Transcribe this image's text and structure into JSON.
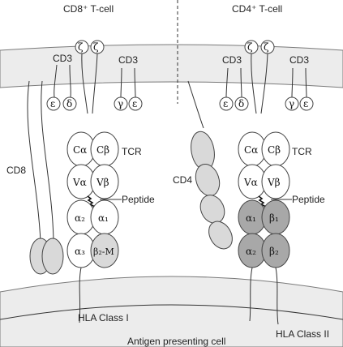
{
  "labels": {
    "cd8_tcell": "CD8⁺ T-cell",
    "cd4_tcell": "CD4⁺ T-cell",
    "cd3": "CD3",
    "tcr": "TCR",
    "peptide": "Peptide",
    "cd8": "CD8",
    "cd4": "CD4",
    "hla1": "HLA Class I",
    "hla2": "HLA Class II",
    "apc": "Antigen presenting cell"
  },
  "subunits": {
    "epsilon": "ε",
    "delta": "δ",
    "gamma": "γ",
    "zeta": "ζ"
  },
  "domains": {
    "c_alpha": "Cα",
    "c_beta": "Cβ",
    "v_alpha": "Vα",
    "v_beta": "Vβ",
    "alpha1": "α₁",
    "alpha2": "α₂",
    "alpha3": "α₃",
    "beta1": "β₁",
    "beta2": "β₂",
    "beta2m": "β₂-M"
  },
  "colors": {
    "membrane": "#ececec",
    "domain_white": "#ffffff",
    "domain_light": "#d9d9d9",
    "domain_dark": "#a8a8a8",
    "outline": "#444444"
  }
}
